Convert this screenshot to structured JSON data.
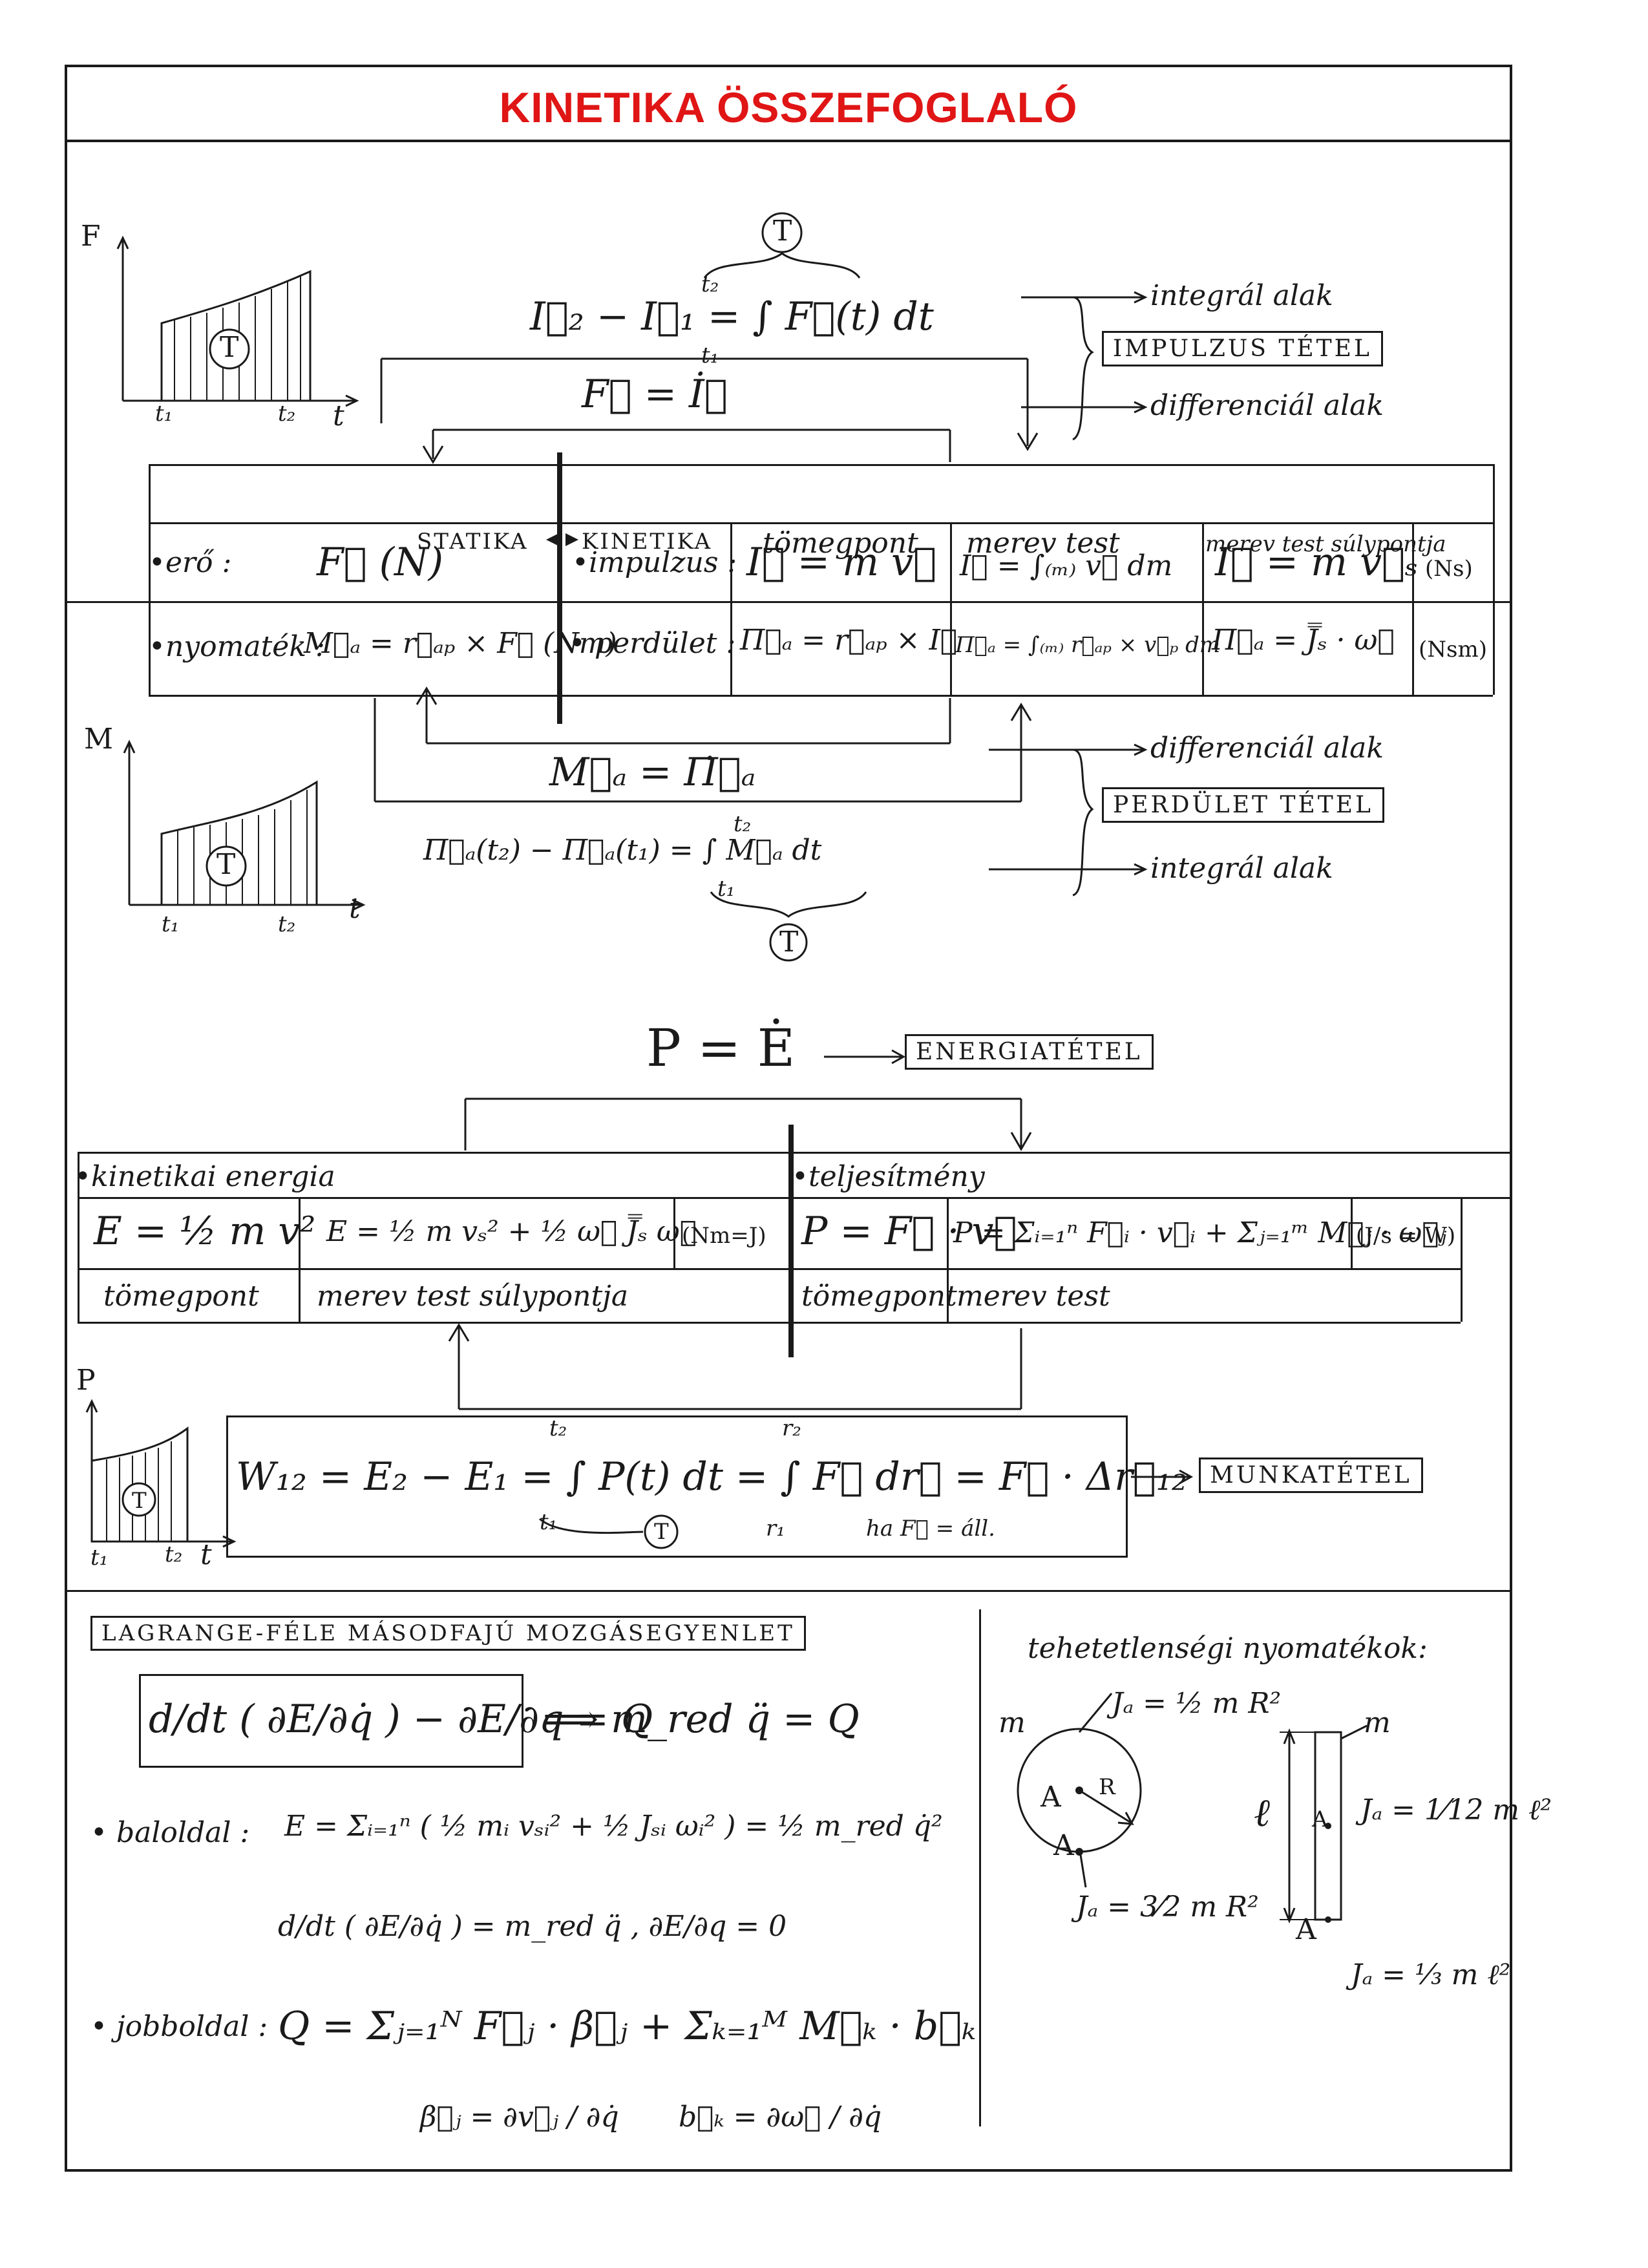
{
  "title": "KINETIKA ÖSSZEFOGLALÓ",
  "impulse": {
    "graph_axis_y": "F",
    "graph_axis_x": "t",
    "graph_t1": "t₁",
    "graph_t2": "t₂",
    "graph_area": "T",
    "integral_eq": "I⃗₂ − I⃗₁ = ∫ F⃗(t) dt",
    "integral_upper": "t₂",
    "integral_lower": "t₁",
    "brace_label": "T",
    "diff_eq": "F⃗ = İ⃗",
    "integral_form": "integrál alak",
    "theorem": "IMPULZUS TÉTEL",
    "differential_form": "differenciál alak"
  },
  "table1": {
    "statika": "STATIKA",
    "kinetika": "KINETIKA",
    "col_tomegpont": "tömegpont",
    "col_merev_test": "merev test",
    "col_merev_test_sulypontja": "merev test súlypontja",
    "row1_left_label": "•erő :",
    "row1_left_value": "F⃗ (N)",
    "row1_label": "•impulzus :",
    "row1_tomegpont": "I⃗ = m v⃗",
    "row1_merev": "I⃗ = ∫₍ₘ₎ v⃗ dm",
    "row1_sulypont": "I⃗ = m v⃗ₛ",
    "row1_unit": "(Ns)",
    "row2_left_label": "•nyomaték :",
    "row2_left_value": "M⃗ₐ = r⃗ₐₚ × F⃗ (Nm)",
    "row2_label": "• perdület :",
    "row2_tomegpont": "Π⃗ₐ = r⃗ₐₚ × I⃗",
    "row2_merev": "Π⃗ₐ = ∫₍ₘ₎ r⃗ₐₚ × v⃗ₚ dm",
    "row2_sulypont": "Π⃗ₐ = J̿ₛ · ω⃗",
    "row2_unit": "(Nsm)"
  },
  "angular": {
    "diff_eq": "M⃗ₐ = Π̇⃗ₐ",
    "integral_eq": "Π⃗ₐ(t₂) − Π⃗ₐ(t₁) = ∫ M⃗ₐ dt",
    "integral_upper": "t₂",
    "integral_lower": "t₁",
    "brace_label": "T",
    "differential_form": "differenciál alak",
    "theorem": "PERDÜLET TÉTEL",
    "integral_form": "integrál alak",
    "graph_axis_y": "M",
    "graph_axis_x": "t",
    "graph_t1": "t₁",
    "graph_t2": "t₂",
    "graph_area": "T"
  },
  "energy": {
    "eq": "P = Ė",
    "theorem": "ENERGIATÉTEL",
    "kinetic_label": "•kinetikai energia",
    "power_label": "•teljesítmény",
    "e_tomegpont": "E = ½ m v²",
    "e_merev": "E = ½ m vₛ² + ½ ω⃗ J̿ₛ ω⃗",
    "e_note": "(Nm=J)",
    "p_tomegpont": "P = F⃗ · v⃗",
    "p_merev": "P = Σᵢ₌₁ⁿ F⃗ᵢ · v⃗ᵢ + Σⱼ₌₁ᵐ M⃗ⱼ · ω⃗ⱼ",
    "p_note": "(J/s = W)",
    "lbl_tomegpont_1": "tömegpont",
    "lbl_merev_sulypont": "merev test súlypontja",
    "lbl_tomegpont_2": "tömegpont",
    "lbl_merev_test": "merev test"
  },
  "work": {
    "eq": "W₁₂ = E₂ − E₁ = ∫ P(t) dt = ∫ F⃗ dr⃗ = F⃗ · Δr⃗₁₂",
    "upper1": "t₂",
    "lower1": "t₁",
    "upper2": "r₂",
    "lower2": "r₁",
    "note": "ha F⃗ = áll.",
    "brace_label": "T",
    "theorem": "MUNKATÉTEL",
    "graph_axis_y": "P",
    "graph_axis_x": "t",
    "graph_t1": "t₁",
    "graph_t2": "t₂",
    "graph_area": "T"
  },
  "lagrange": {
    "title": "LAGRANGE-FÉLE MÁSODFAJÚ MOZGÁSEGYENLET",
    "main_eq": "d/dt ( ∂E/∂q̇ ) − ∂E/∂q = Q",
    "result": "⟹ m_red q̈ = Q",
    "left_label": "• baloldal :",
    "left_eq": "E = Σᵢ₌₁ⁿ ( ½ mᵢ vₛᵢ² + ½ Jₛᵢ ωᵢ² ) = ½ m_red q̇²",
    "left_eq2": "d/dt ( ∂E/∂q̇ ) = m_red q̈ ,  ∂E/∂q = 0",
    "right_label": "• jobboldal :",
    "right_eq": "Q = Σⱼ₌₁ᴺ F⃗ⱼ · β⃗ⱼ + Σₖ₌₁ᴹ M⃗ₖ · b⃗ₖ",
    "beta_def": "β⃗ⱼ = ∂v⃗ⱼ / ∂q̇",
    "b_def": "b⃗ₖ = ∂ω⃗ / ∂q̇"
  },
  "inertia": {
    "title": "tehetetlenségi nyomatékok:",
    "disk_m": "m",
    "disk_A": "A",
    "disk_R": "R",
    "disk_center": "Jₐ = ½ m R²",
    "disk_edge": "Jₐ = 3⁄2 m R²",
    "rod_m": "m",
    "rod_l": "ℓ",
    "rod_center": "Jₐ = 1⁄12 m ℓ²",
    "rod_A": "A",
    "rod_end": "Jₐ = ⅓ m ℓ²"
  }
}
